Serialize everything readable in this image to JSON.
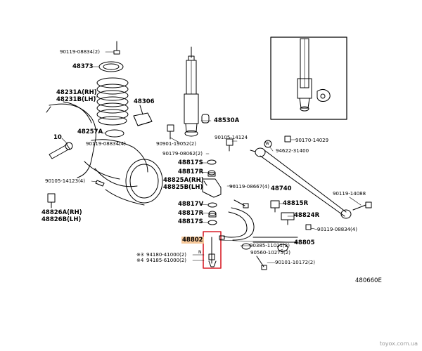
{
  "callouts": {
    "c90119_08834_2": "90119-08834(2)",
    "c48373": "48373",
    "c48231": [
      "48231A(RH)",
      "48231B(LH)"
    ],
    "c48306": "48306",
    "c48257a": "48257A",
    "c90119_08834_4a": "90119-08834(4)",
    "c10": "10",
    "c90105_14123": "90105-14123(4)",
    "c48826": [
      "48826A(RH)",
      "48826B(LH)"
    ],
    "c48530a": "48530A",
    "c90901": "90901-19052(2)",
    "c90179": "90179-08062(2)",
    "c90105_14124": "90105-14124",
    "c90170": "90170-14029",
    "c94622": "94622-31400",
    "c48817s_top": "48817S",
    "c48817r_top": "48817R",
    "c48825": [
      "48825A(RH)",
      "48825B(LH)"
    ],
    "c90119_08667": "90119-08667(4)",
    "c48740": "48740",
    "c48817v": "48817V",
    "c48817r_mid": "48817R",
    "c48817s_bot": "48817S",
    "c48815r": "48815R",
    "c48824r": "48824R",
    "c90119_14088": "90119-14088",
    "c90119_08834_4b": "90119-08834(4)",
    "c48802": "48802",
    "c48805": "48805",
    "c90385": "90385-11021(2)",
    "c90560": "90560-10275(2)",
    "c94180": "94180-41000(2)",
    "c94185": "94185-61000(2)",
    "c90101": "90101-10172(2)",
    "note3": "※3",
    "note4": "※4",
    "w_marker": "W",
    "n_marker": "N"
  },
  "catalog_code": "480660E",
  "watermark": "toyox.com.ua",
  "colors": {
    "line": "#000000",
    "highlight_fill": "#f6c89a",
    "highlight_box": "#d8202a"
  }
}
